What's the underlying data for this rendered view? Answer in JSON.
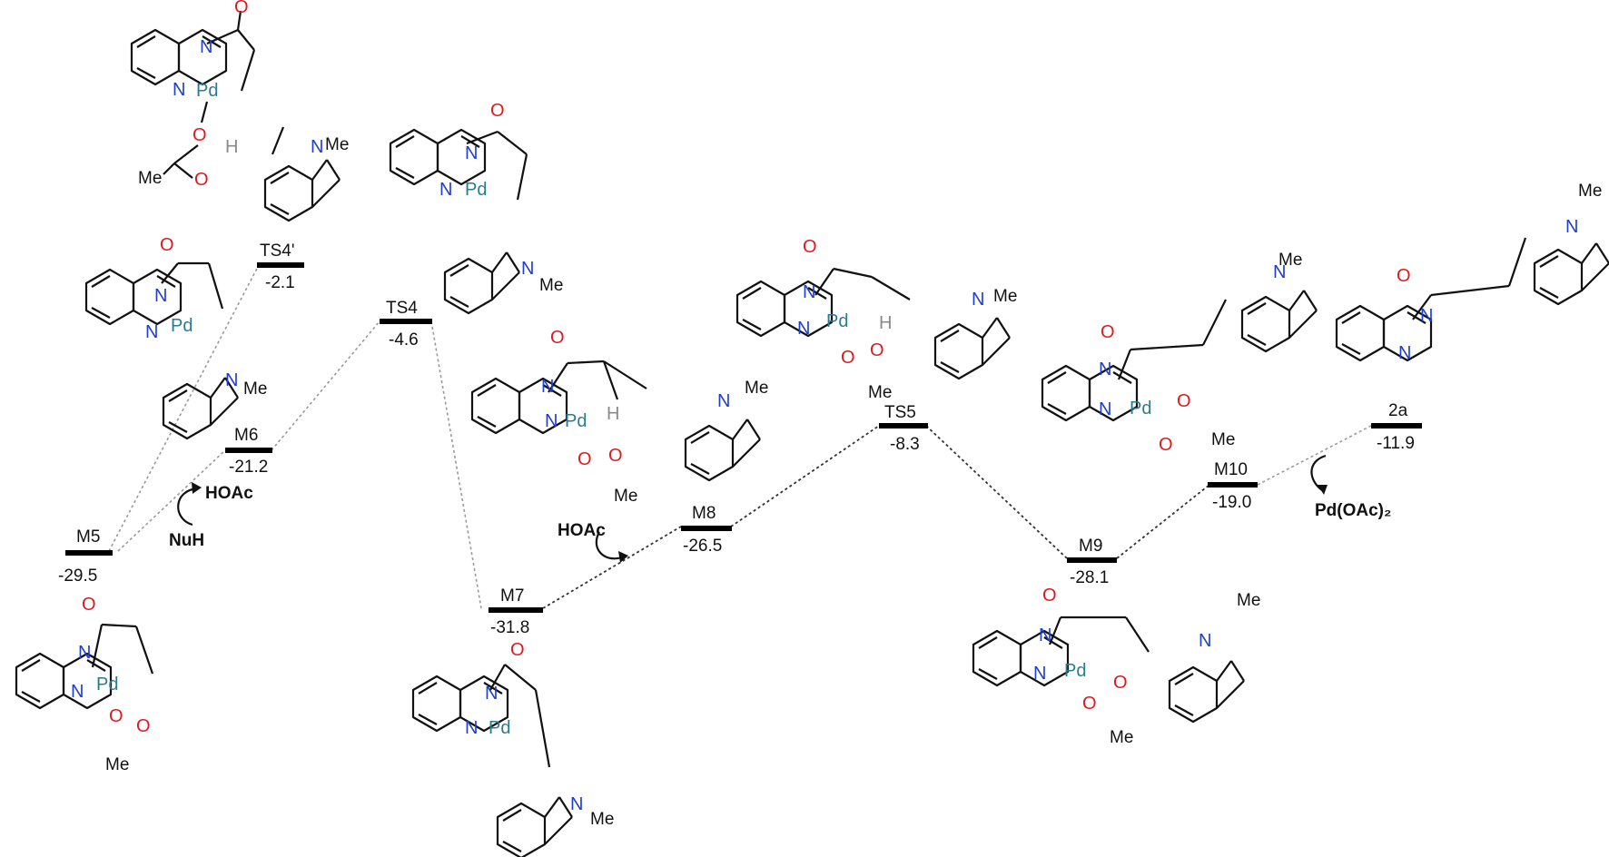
{
  "states": [
    {
      "id": "M5",
      "name": "M5",
      "energy": "-29.5"
    },
    {
      "id": "M6",
      "name": "M6",
      "energy": "-21.2"
    },
    {
      "id": "TS4p",
      "name": "TS4'",
      "energy": "-2.1"
    },
    {
      "id": "TS4",
      "name": "TS4",
      "energy": "-4.6"
    },
    {
      "id": "M7",
      "name": "M7",
      "energy": "-31.8"
    },
    {
      "id": "M8",
      "name": "M8",
      "energy": "-26.5"
    },
    {
      "id": "TS5",
      "name": "TS5",
      "energy": "-8.3"
    },
    {
      "id": "M9",
      "name": "M9",
      "energy": "-28.1"
    },
    {
      "id": "M10",
      "name": "M10",
      "energy": "-19.0"
    },
    {
      "id": "P2a",
      "name": "2a",
      "energy": "-11.9"
    }
  ],
  "reagents": {
    "hoac_out": "HOAc",
    "nuh_in": "NuH",
    "hoac_in": "HOAc",
    "pdoac2_out": "Pd(OAc)₂"
  },
  "atoms": {
    "O": "O",
    "N": "N",
    "Pd": "Pd",
    "H": "H",
    "Me": "Me"
  },
  "colors": {
    "oxygen": "#e0191e",
    "nitrogen": "#1f3fd1",
    "palladium": "#2a7a94",
    "hydrogen": "#8a8a8a"
  }
}
